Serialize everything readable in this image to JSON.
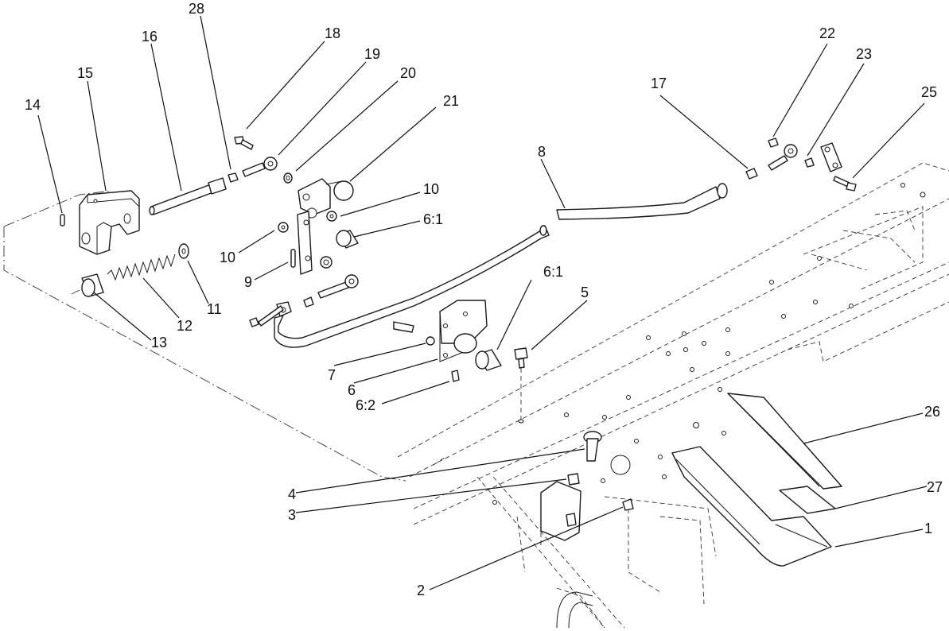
{
  "callouts": [
    {
      "id": "c-28",
      "text": "28"
    },
    {
      "id": "c-18",
      "text": "18"
    },
    {
      "id": "c-16",
      "text": "16"
    },
    {
      "id": "c-19",
      "text": "19"
    },
    {
      "id": "c-15",
      "text": "15"
    },
    {
      "id": "c-20",
      "text": "20"
    },
    {
      "id": "c-14",
      "text": "14"
    },
    {
      "id": "c-21",
      "text": "21"
    },
    {
      "id": "c-10a",
      "text": "10"
    },
    {
      "id": "c-6-1a",
      "text": "6:1"
    },
    {
      "id": "c-10b",
      "text": "10"
    },
    {
      "id": "c-9",
      "text": "9"
    },
    {
      "id": "c-11",
      "text": "11"
    },
    {
      "id": "c-12",
      "text": "12"
    },
    {
      "id": "c-13",
      "text": "13"
    },
    {
      "id": "c-8",
      "text": "8"
    },
    {
      "id": "c-17",
      "text": "17"
    },
    {
      "id": "c-22",
      "text": "22"
    },
    {
      "id": "c-23",
      "text": "23"
    },
    {
      "id": "c-25",
      "text": "25"
    },
    {
      "id": "c-6-1b",
      "text": "6:1"
    },
    {
      "id": "c-5",
      "text": "5"
    },
    {
      "id": "c-7",
      "text": "7"
    },
    {
      "id": "c-6",
      "text": "6"
    },
    {
      "id": "c-6-2",
      "text": "6:2"
    },
    {
      "id": "c-26",
      "text": "26"
    },
    {
      "id": "c-4",
      "text": "4"
    },
    {
      "id": "c-3",
      "text": "3"
    },
    {
      "id": "c-27",
      "text": "27"
    },
    {
      "id": "c-1",
      "text": "1"
    },
    {
      "id": "c-2",
      "text": "2"
    }
  ]
}
